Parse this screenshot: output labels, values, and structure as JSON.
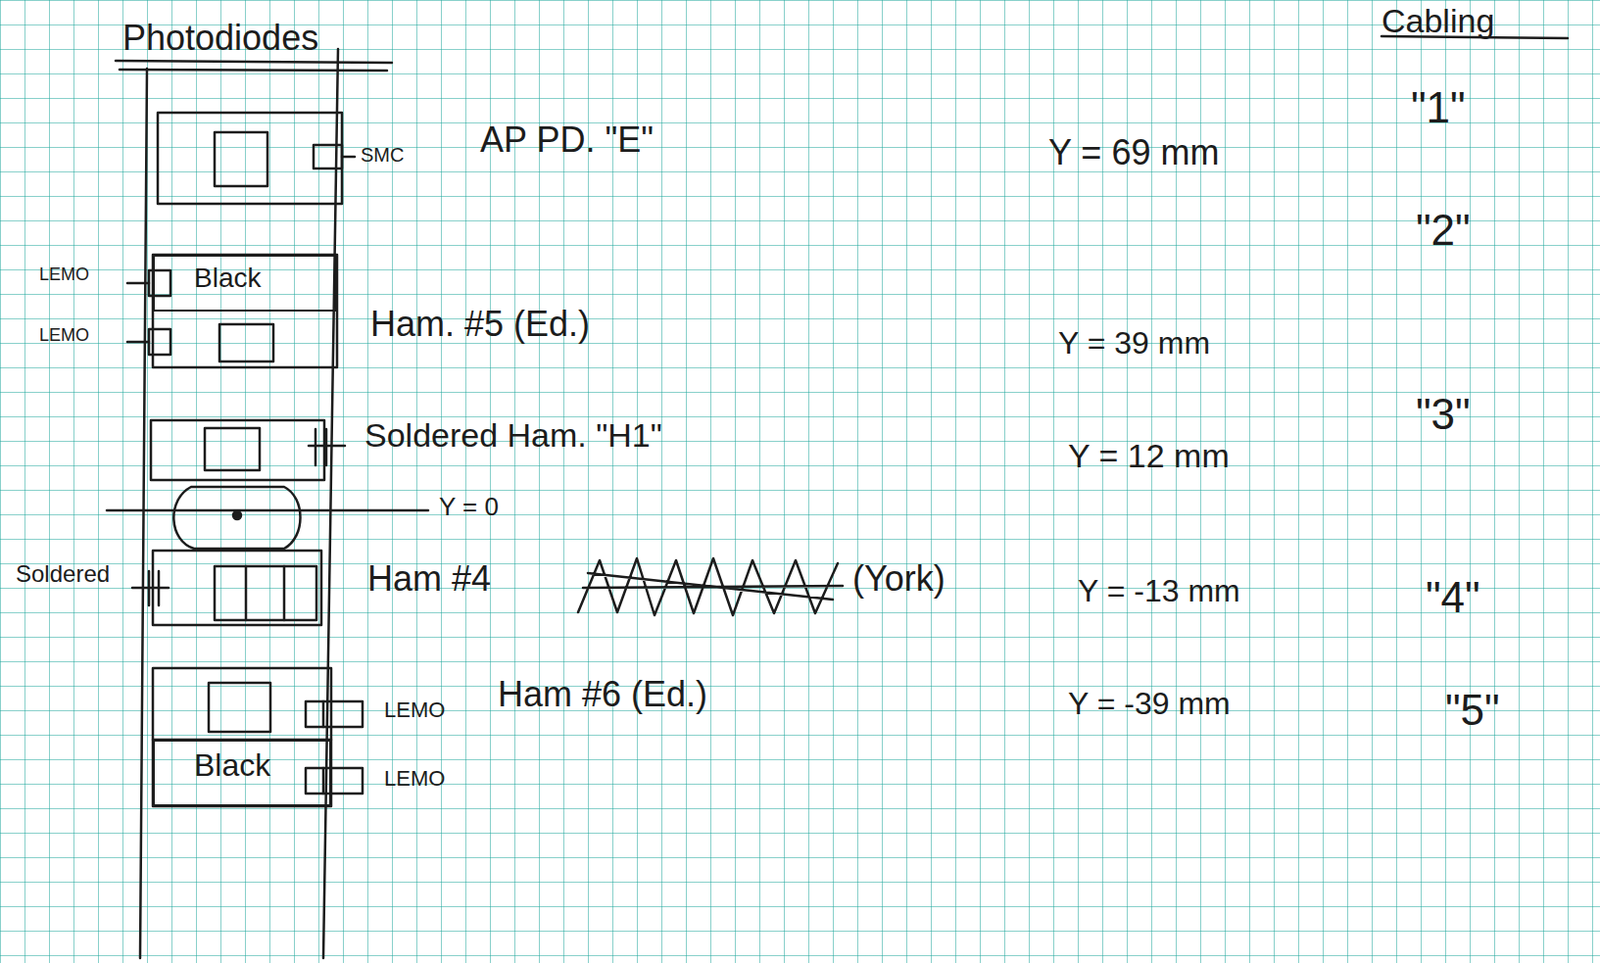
{
  "diagram": {
    "title": "Photodiodes",
    "nodes": [
      {
        "text": [
          "Black"
        ]
      },
      {
        "text": [
          "Black"
        ]
      }
    ],
    "labels": [
      "Cabling",
      "SMC",
      "AP PD. \"E\"",
      "Y = 69 mm",
      "\"1\"",
      "\"2\"",
      "LEMO",
      "LEMO",
      "Ham. #5 (Ed.)",
      "Y = 39 mm",
      "Soldered Ham. \"H1\"",
      "Y = 12 mm",
      "\"3\"",
      "Y = 0",
      "Soldered",
      "Ham #4",
      "(York)",
      "Y = -13 mm",
      "\"4\"",
      "LEMO",
      "Ham #6 (Ed.)",
      "Y = -39 mm",
      "\"5\"",
      "LEMO"
    ]
  }
}
